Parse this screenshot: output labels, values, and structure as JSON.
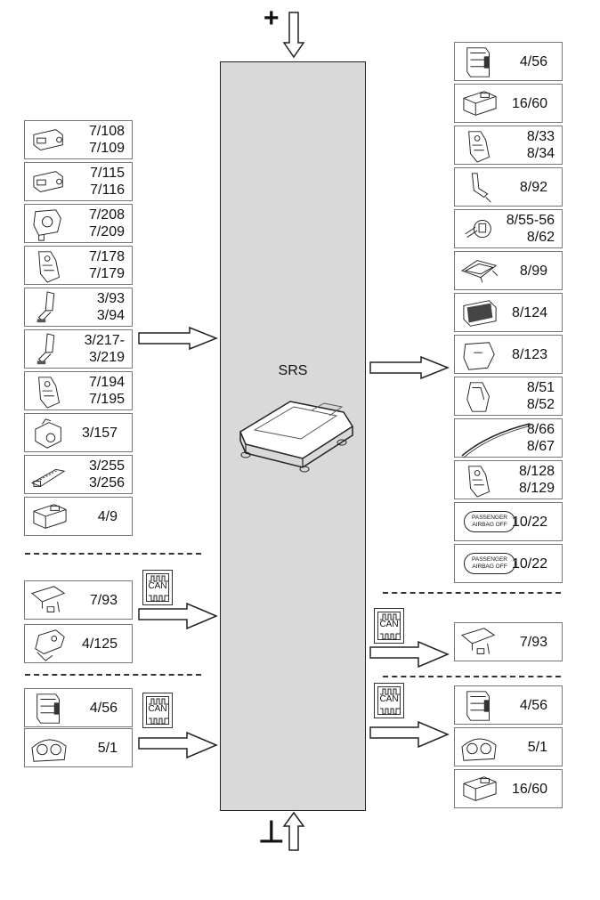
{
  "central": {
    "label": "SRS"
  },
  "power": {
    "plus": "+",
    "ground": "⊥"
  },
  "can_label": "CAN",
  "left_inputs": [
    {
      "lines": [
        "7/108",
        "7/109"
      ],
      "icon": "seat-sensor-icon"
    },
    {
      "lines": [
        "7/115",
        "7/116"
      ],
      "icon": "seat-sensor-icon"
    },
    {
      "lines": [
        "7/208",
        "7/209"
      ],
      "icon": "sensor-bracket-icon"
    },
    {
      "lines": [
        "7/178",
        "7/179"
      ],
      "icon": "sensor-module-icon"
    },
    {
      "lines": [
        "3/93",
        "3/94"
      ],
      "icon": "seatbelt-buckle-icon"
    },
    {
      "lines": [
        "3/217-",
        "3/219"
      ],
      "icon": "seatbelt-buckle-icon"
    },
    {
      "lines": [
        "7/194",
        "7/195"
      ],
      "icon": "sensor-module-icon"
    },
    {
      "lines": [
        "3/157"
      ],
      "icon": "switch-icon"
    },
    {
      "lines": [
        "3/255",
        "3/256"
      ],
      "icon": "rail-sensor-icon"
    },
    {
      "lines": [
        "4/9"
      ],
      "icon": "control-unit-icon"
    }
  ],
  "left_can_group1": [
    {
      "lines": [
        "7/93"
      ],
      "icon": "mat-sensor-icon"
    },
    {
      "lines": [
        "4/125"
      ],
      "icon": "connector-module-icon"
    }
  ],
  "left_can_group2": [
    {
      "lines": [
        "4/56"
      ],
      "icon": "control-module-icon"
    },
    {
      "lines": [
        "5/1"
      ],
      "icon": "instrument-cluster-icon"
    }
  ],
  "right_outputs": [
    {
      "lines": [
        "4/56"
      ],
      "icon": "control-module-icon"
    },
    {
      "lines": [
        "16/60"
      ],
      "icon": "control-unit-icon"
    },
    {
      "lines": [
        "8/33",
        "8/34"
      ],
      "icon": "sensor-module-icon"
    },
    {
      "lines": [
        "8/92"
      ],
      "icon": "pretensioner-icon"
    },
    {
      "lines": [
        "8/55-56",
        "8/62"
      ],
      "icon": "retractor-icon"
    },
    {
      "lines": [
        "8/99"
      ],
      "icon": "seat-frame-icon"
    },
    {
      "lines": [
        "8/124"
      ],
      "icon": "airbag-module-icon"
    },
    {
      "lines": [
        "8/123"
      ],
      "icon": "steering-airbag-icon"
    },
    {
      "lines": [
        "8/51",
        "8/52"
      ],
      "icon": "side-airbag-icon"
    },
    {
      "lines": [
        "8/66",
        "8/67"
      ],
      "icon": "curtain-airbag-icon"
    },
    {
      "lines": [
        "8/128",
        "8/129"
      ],
      "icon": "sensor-module-icon"
    },
    {
      "lines": [
        "10/22"
      ],
      "icon": "passenger-airbag-lamp-icon",
      "badge": [
        "PASSENGER",
        "AIRBAG  OFF"
      ]
    },
    {
      "lines": [
        "10/22"
      ],
      "icon": "passenger-airbag-lamp-icon",
      "badge": [
        "PASSENGER",
        "AIRBAG  OFF"
      ]
    }
  ],
  "right_can_group1": [
    {
      "lines": [
        "7/93"
      ],
      "icon": "mat-sensor-icon"
    }
  ],
  "right_can_group2": [
    {
      "lines": [
        "4/56"
      ],
      "icon": "control-module-icon"
    },
    {
      "lines": [
        "5/1"
      ],
      "icon": "instrument-cluster-icon"
    },
    {
      "lines": [
        "16/60"
      ],
      "icon": "control-unit-icon"
    }
  ]
}
